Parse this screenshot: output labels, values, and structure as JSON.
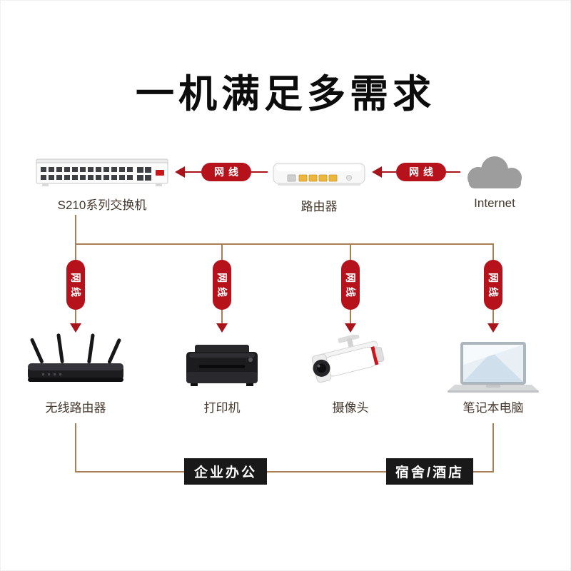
{
  "title": "一机满足多需求",
  "colors": {
    "accent_red": "#b5121b",
    "arrow_red": "#a8141a",
    "connector_brown": "#a97e55",
    "group_box_bg": "#191919",
    "label_text": "#43362b",
    "cloud_gray": "#9d9d9d"
  },
  "top_row": {
    "switch_label": "S210系列交换机",
    "router_label": "路由器",
    "internet_label": "Internet",
    "cable_label": "网线"
  },
  "branches": {
    "cable_label": "网线"
  },
  "devices": {
    "wireless_router": "无线路由器",
    "printer": "打印机",
    "camera": "摄像头",
    "laptop": "笔记本电脑"
  },
  "groups": {
    "office": "企业办公",
    "hotel": "宿舍/酒店"
  }
}
